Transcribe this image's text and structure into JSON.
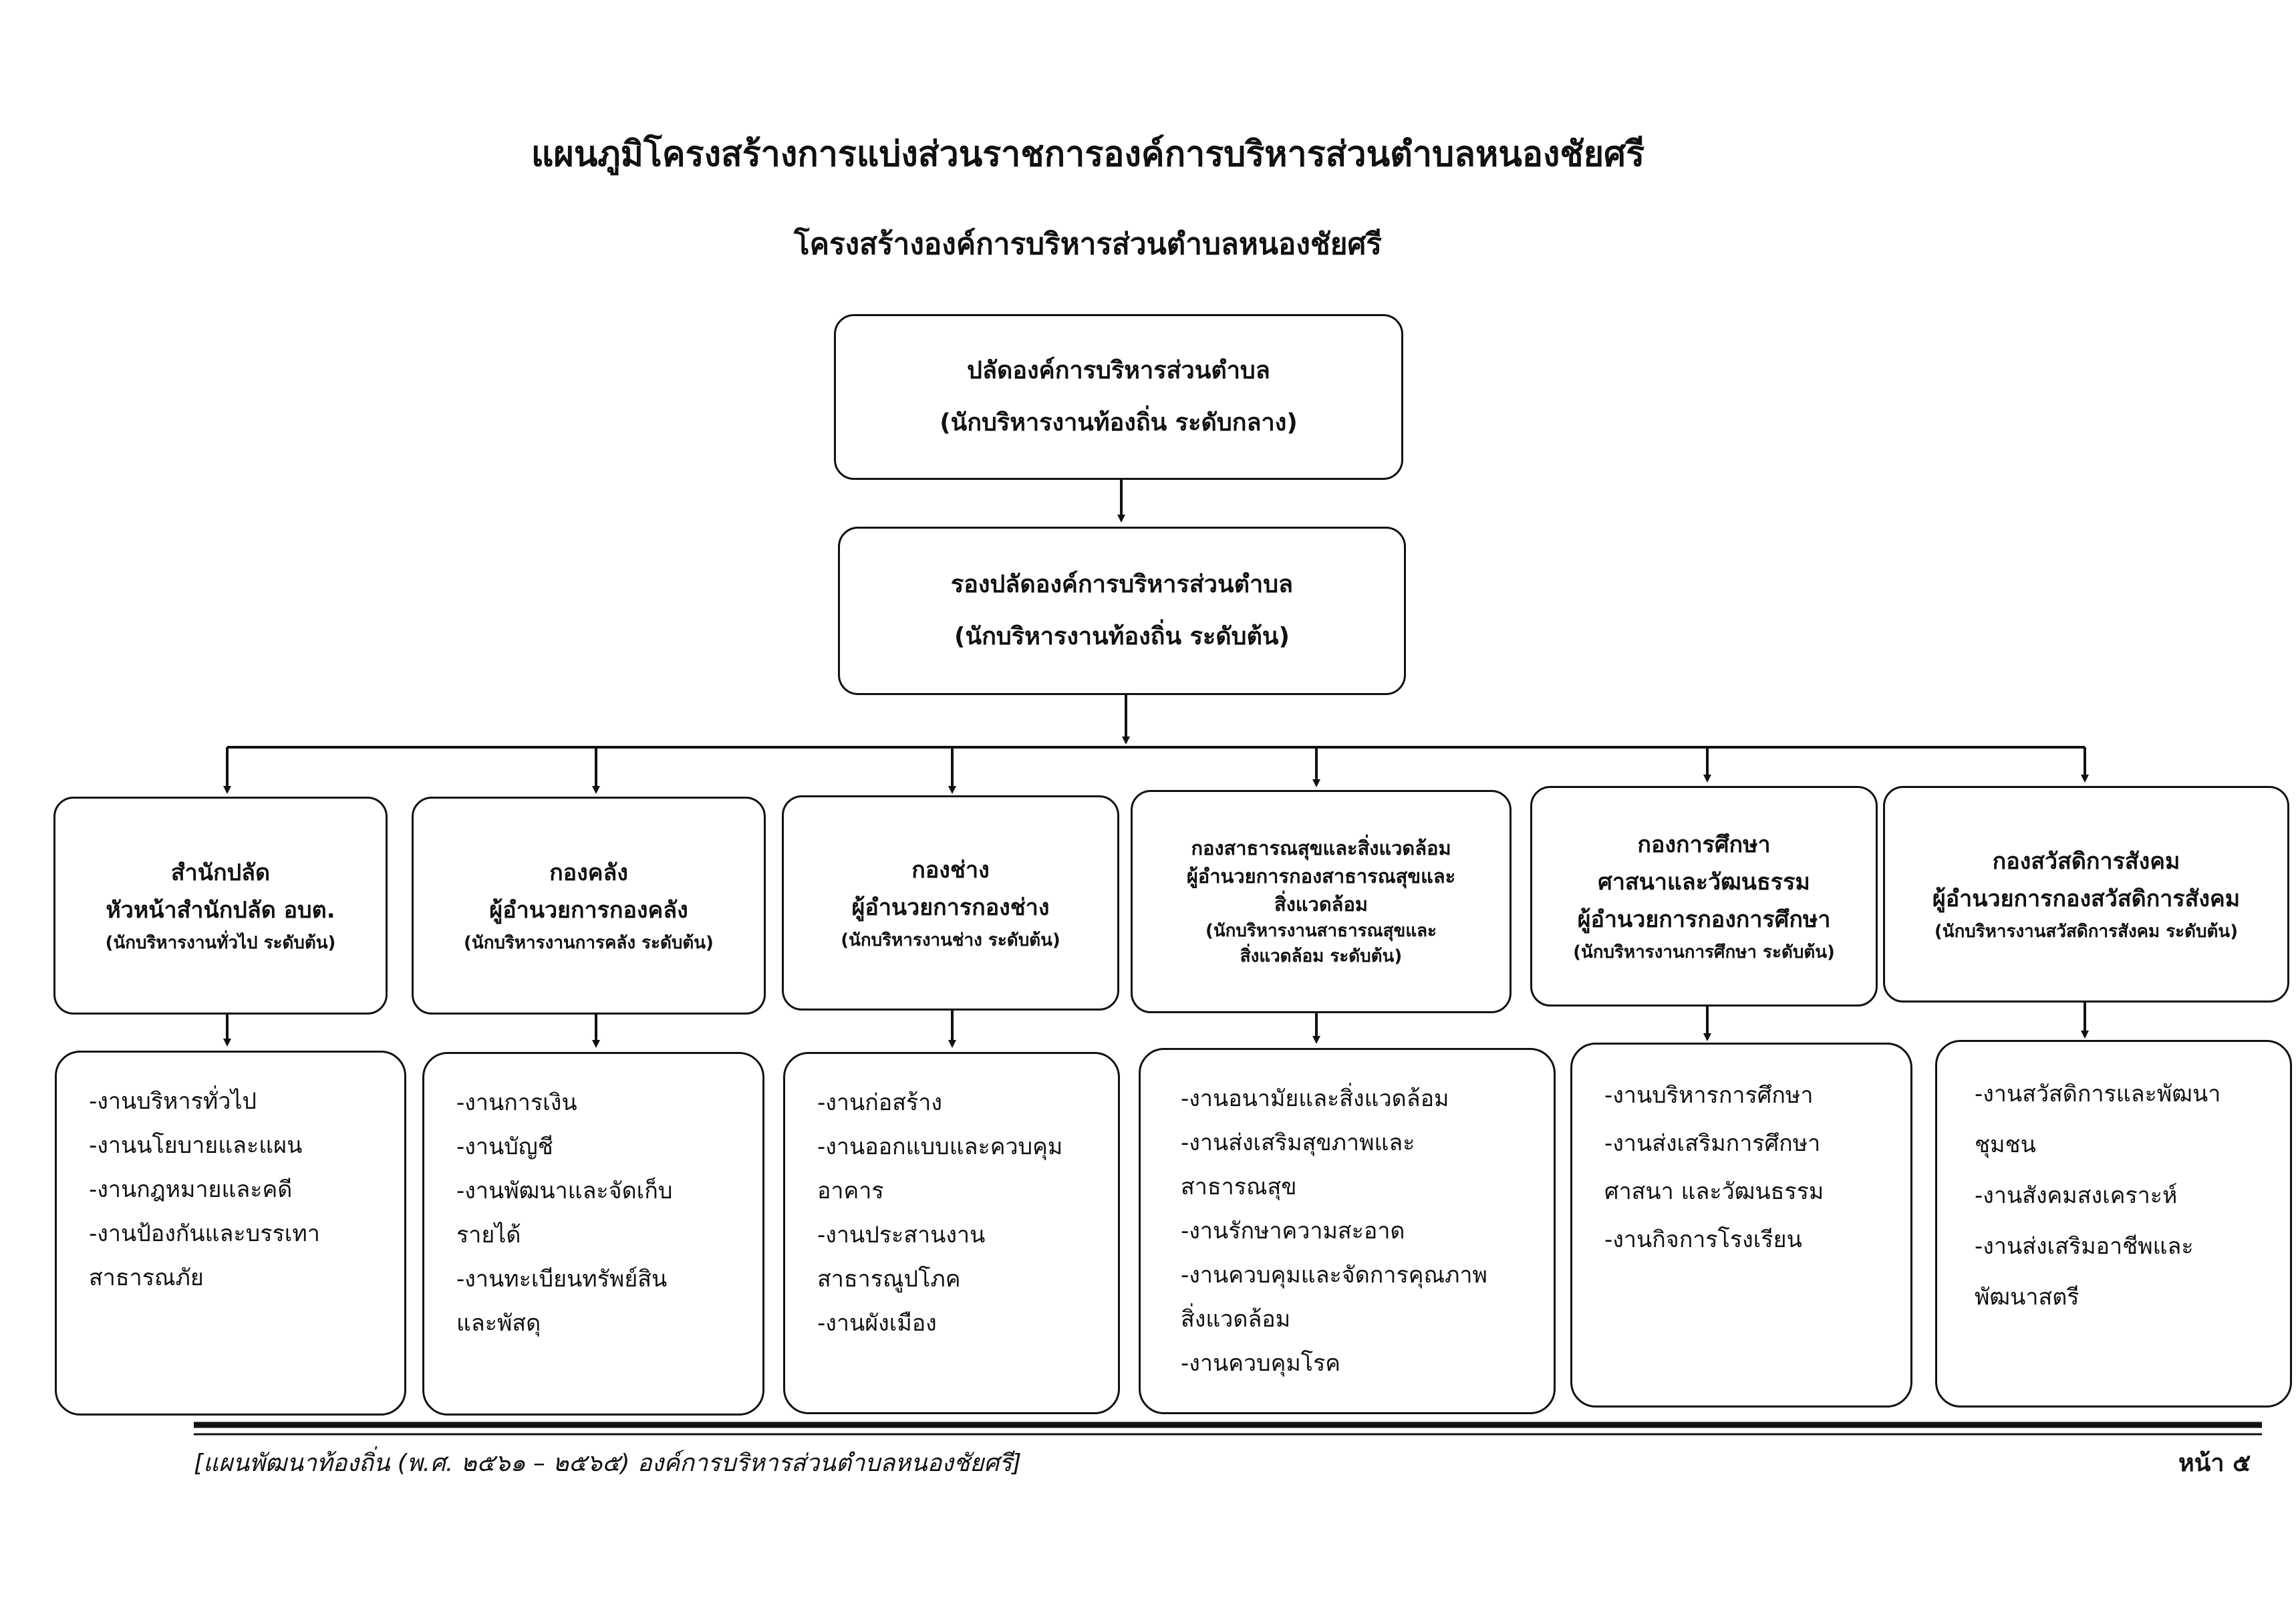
{
  "title": "แผนภูมิโครงสร้างการแบ่งส่วนราชการองค์การบริหารส่วนตำบลหนองชัยศรี",
  "subtitle": "โครงสร้างองค์การบริหารส่วนตำบลหนองชัยศรี",
  "top": {
    "line1": "ปลัดองค์การบริหารส่วนตำบล",
    "line2": "(นักบริหารงานท้องถิ่น ระดับกลาง)"
  },
  "deputy": {
    "line1": "รองปลัดองค์การบริหารส่วนตำบล",
    "line2": "(นักบริหารงานท้องถิ่น ระดับต้น)"
  },
  "departments": [
    {
      "lines": [
        "สำนักปลัด",
        "หัวหน้าสำนักปลัด อบต.",
        "(นักบริหารงานทั่วไป ระดับต้น)"
      ],
      "tasks": [
        "-งานบริหารทั่วไป",
        "-งานนโยบายและแผน",
        "-งานกฎหมายและคดี",
        "-งานป้องกันและบรรเทา",
        "สาธารณภัย"
      ]
    },
    {
      "lines": [
        "กองคลัง",
        "ผู้อำนวยการกองคลัง",
        "(นักบริหารงานการคลัง ระดับต้น)"
      ],
      "tasks": [
        "-งานการเงิน",
        "-งานบัญชี",
        "-งานพัฒนาและจัดเก็บ",
        "รายได้",
        "-งานทะเบียนทรัพย์สิน",
        "และพัสดุ"
      ]
    },
    {
      "lines": [
        "กองช่าง",
        "ผู้อำนวยการกองช่าง",
        "(นักบริหารงานช่าง ระดับต้น)"
      ],
      "tasks": [
        "-งานก่อสร้าง",
        "-งานออกแบบและควบคุม",
        "อาคาร",
        "-งานประสานงาน",
        "สาธารณูปโภค",
        "-งานผังเมือง"
      ]
    },
    {
      "lines": [
        "กองสาธารณสุขและสิ่งแวดล้อม",
        "ผู้อำนวยการกองสาธารณสุขและ",
        "สิ่งแวดล้อม",
        "(นักบริหารงานสาธารณสุขและ",
        "สิ่งแวดล้อม ระดับต้น)"
      ],
      "tasks": [
        "-งานอนามัยและสิ่งแวดล้อม",
        "-งานส่งเสริมสุขภาพและ",
        "สาธารณสุข",
        "-งานรักษาความสะอาด",
        "-งานควบคุมและจัดการคุณภาพ",
        "สิ่งแวดล้อม",
        "-งานควบคุมโรค"
      ]
    },
    {
      "lines": [
        "กองการศึกษา",
        "ศาสนาและวัฒนธรรม",
        "ผู้อำนวยการกองการศึกษา",
        "(นักบริหารงานการศึกษา ระดับต้น)"
      ],
      "tasks": [
        "-งานบริหารการศึกษา",
        "-งานส่งเสริมการศึกษา",
        "ศาสนา และวัฒนธรรม",
        "-งานกิจการโรงเรียน"
      ]
    },
    {
      "lines": [
        "กองสวัสดิการสังคม",
        "ผู้อำนวยการกองสวัสดิการสังคม",
        "(นักบริหารงานสวัสดิการสังคม ระดับต้น)"
      ],
      "tasks": [
        "-งานสวัสดิการและพัฒนา",
        "ชุมชน",
        "-งานสังคมสงเคราะห์",
        "-งานส่งเสริมอาชีพและ",
        "พัฒนาสตรี"
      ]
    }
  ],
  "footer": {
    "text": "[แผนพัฒนาท้องถิ่น (พ.ศ. ๒๕๖๑ – ๒๕๖๕) องค์การบริหารส่วนตำบลหนองชัยศรี]",
    "page": "หน้า ๕"
  }
}
